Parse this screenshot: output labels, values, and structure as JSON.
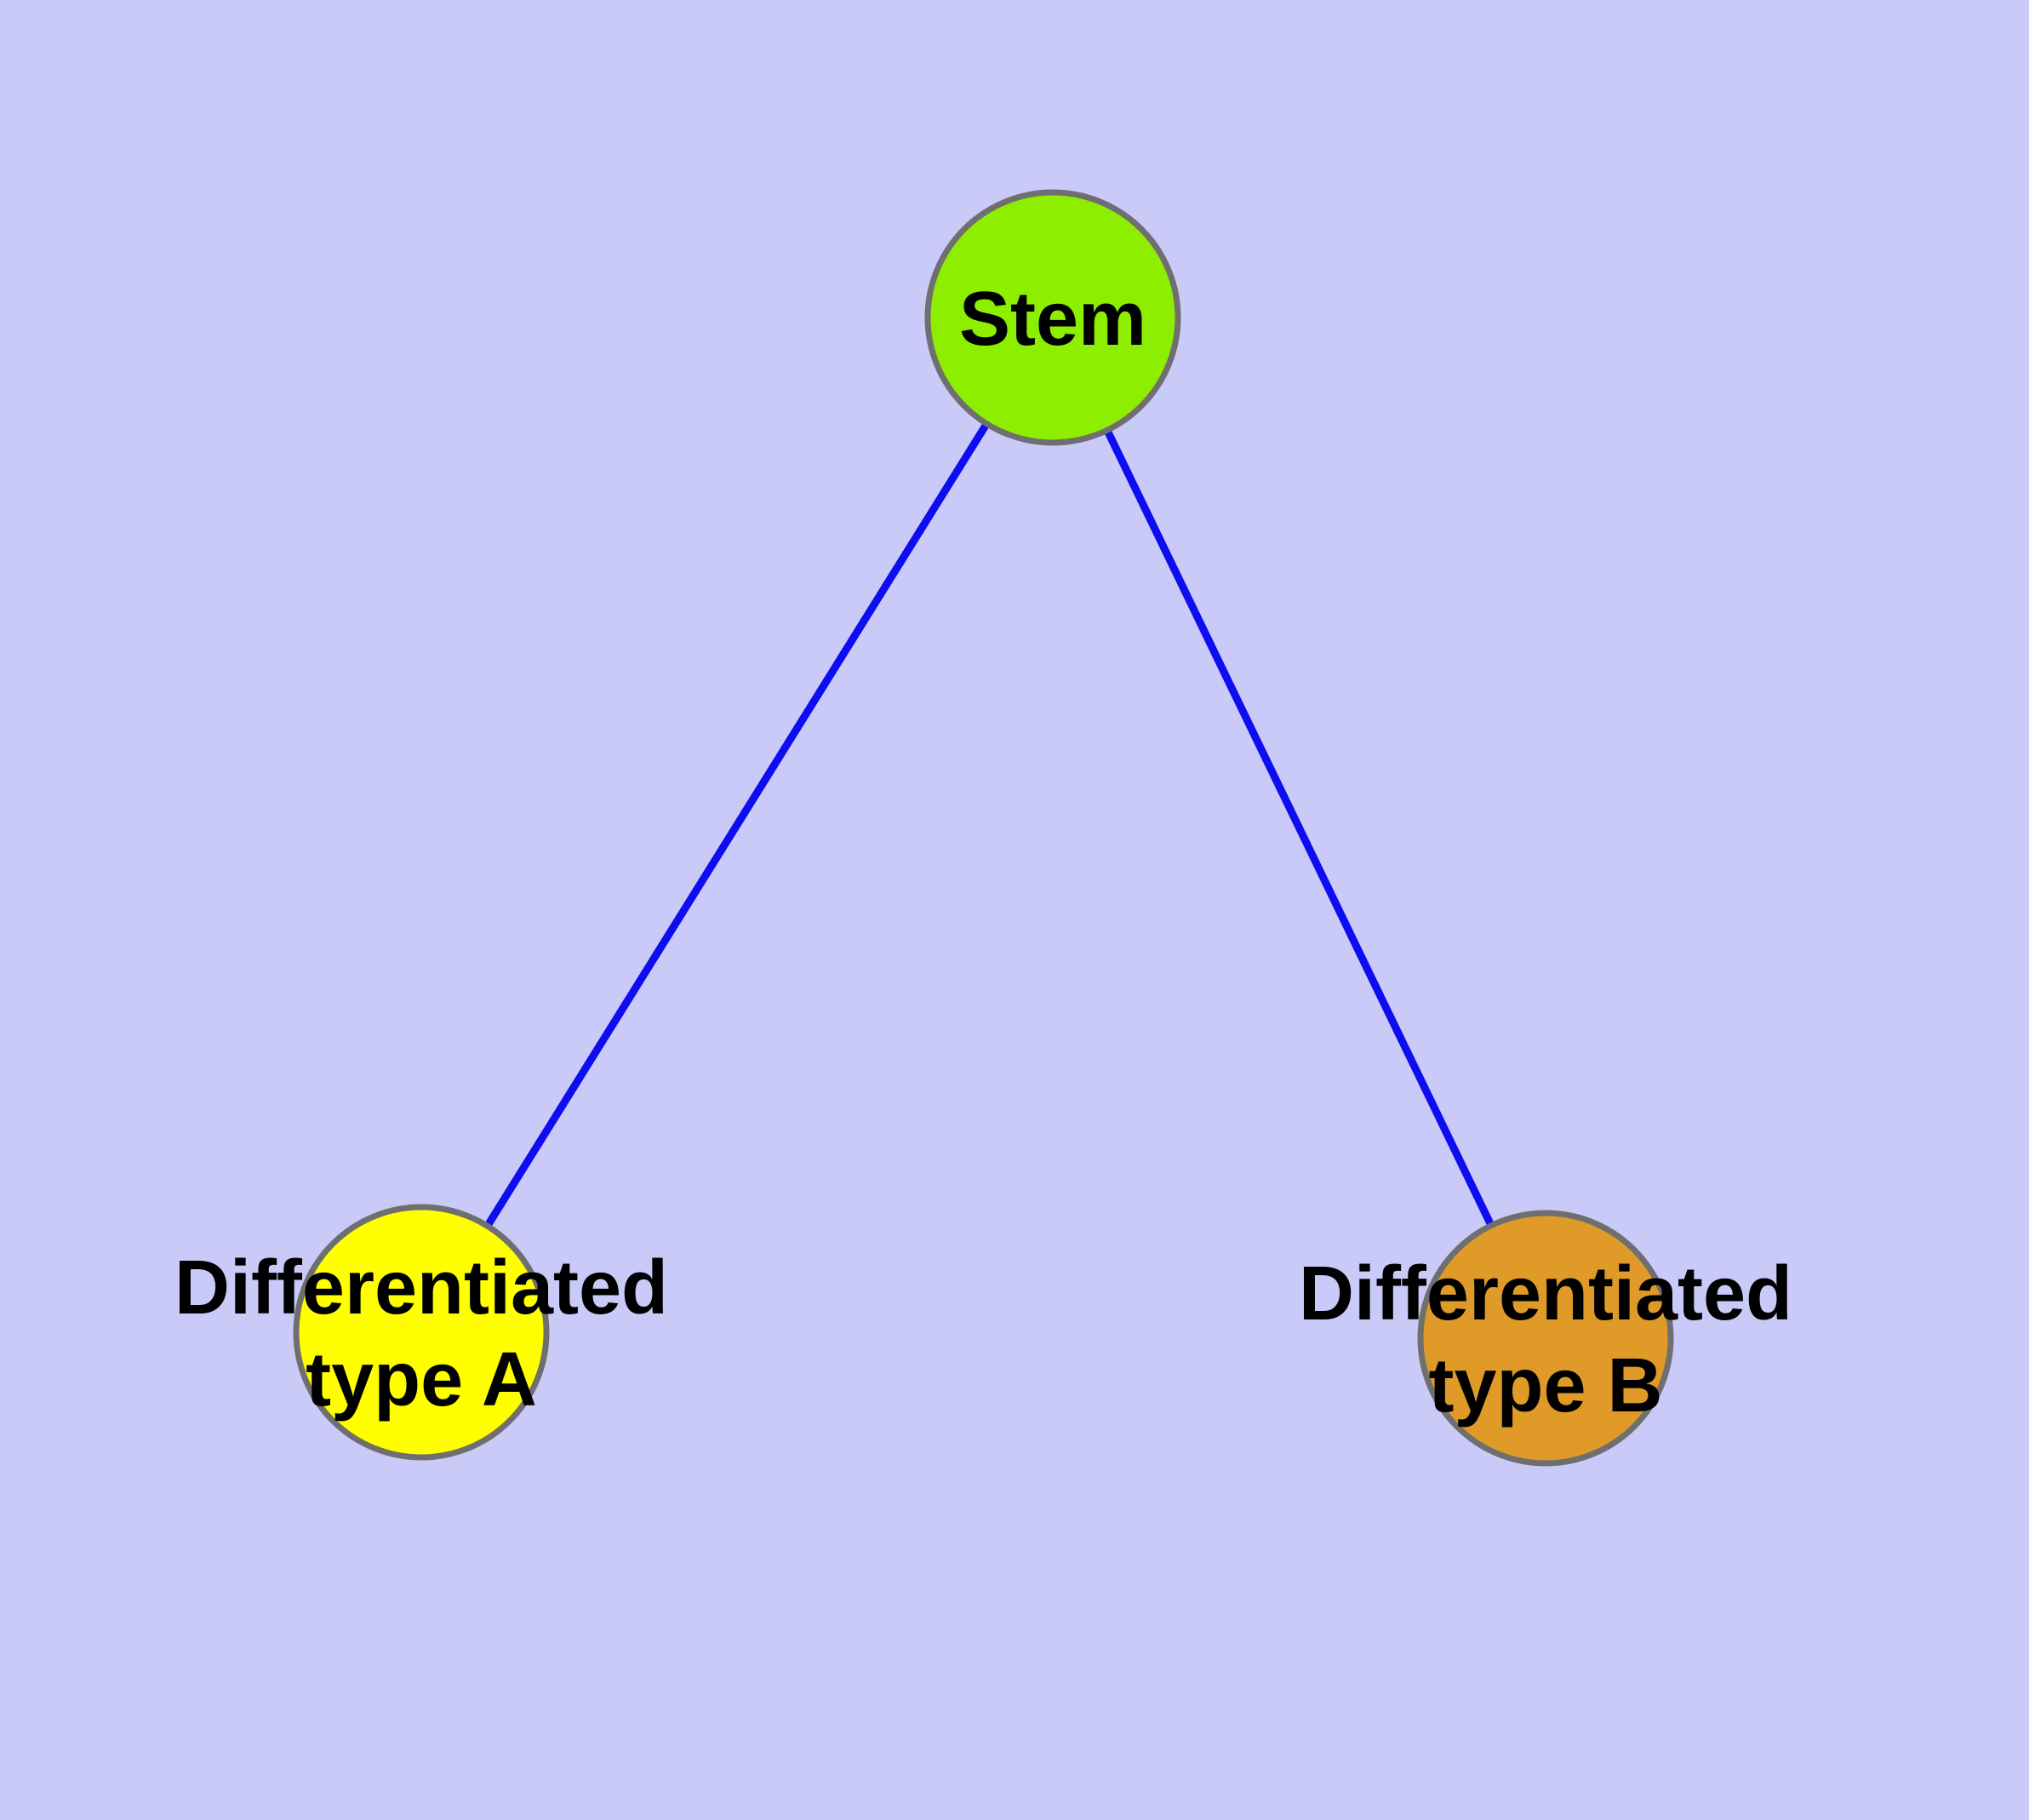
{
  "background_color": "#CACAF8",
  "edge_color": "#0D0DEF",
  "node_border_color": "#6F6F6F",
  "label_color": "#000000",
  "nodes": [
    {
      "id": "stem",
      "label": "Stem",
      "color": "#8DEE00"
    },
    {
      "id": "differentiated-type-a",
      "label_line1": "Differentiated",
      "label_line2": "type A",
      "color": "#FFFF00"
    },
    {
      "id": "differentiated-type-b",
      "label_line1": "Differentiated",
      "label_line2": "type B",
      "color": "#E09A28"
    }
  ],
  "edges": [
    {
      "from": "stem",
      "to": "differentiated-type-a"
    },
    {
      "from": "stem",
      "to": "differentiated-type-b"
    }
  ]
}
